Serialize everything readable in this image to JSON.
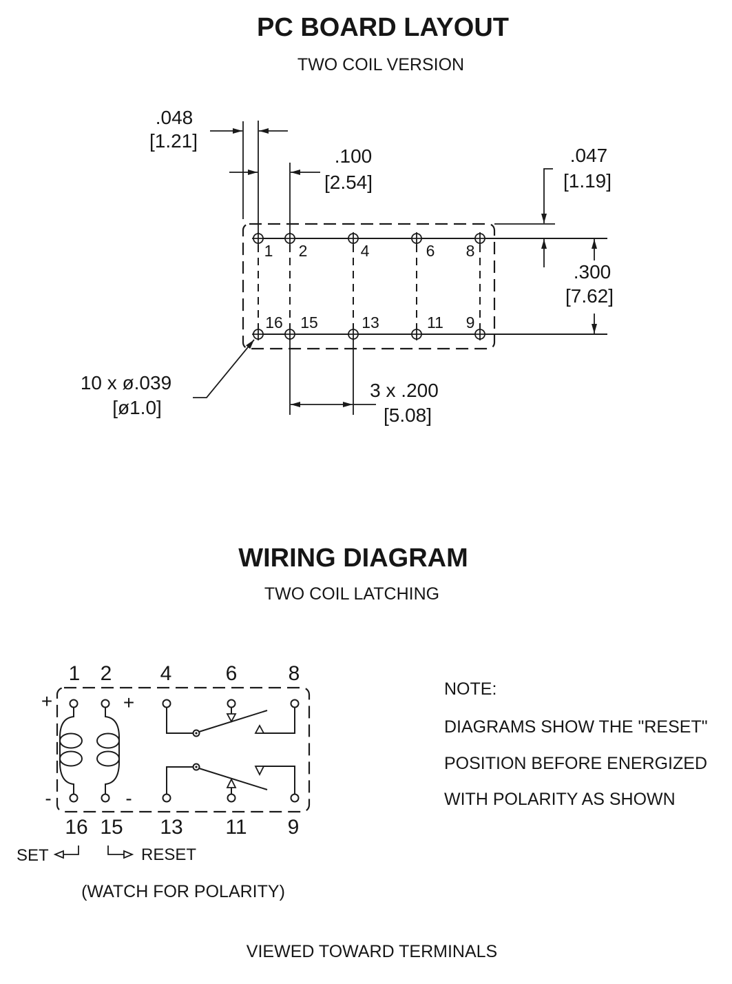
{
  "pcb_layout": {
    "title": "PC BOARD LAYOUT",
    "subtitle": "TWO COIL VERSION",
    "dimensions": {
      "edge_to_hole": {
        "inch": ".048",
        "mm": "[1.21]"
      },
      "pin_pitch": {
        "inch": ".100",
        "mm": "[2.54]"
      },
      "top_edge": {
        "inch": ".047",
        "mm": "[1.19]"
      },
      "row_spacing": {
        "inch": ".300",
        "mm": "[7.62]"
      },
      "column_pitch": {
        "inch": "3 x .200",
        "mm": "[5.08]"
      },
      "hole_diameter": {
        "inch": "10 x ø.039",
        "mm": "[ø1.0]"
      }
    },
    "top_pins": [
      "1",
      "2",
      "4",
      "6",
      "8"
    ],
    "bottom_pins": [
      "16",
      "15",
      "13",
      "11",
      "9"
    ]
  },
  "wiring_diagram": {
    "title": "WIRING DIAGRAM",
    "subtitle": "TWO COIL LATCHING",
    "top_pins": [
      "1",
      "2",
      "4",
      "6",
      "8"
    ],
    "bottom_pins": [
      "16",
      "15",
      "13",
      "11",
      "9"
    ],
    "polarity": {
      "pin_1": "+",
      "pin_2": "+",
      "pin_16": "-",
      "pin_15": "-"
    },
    "set_label": "SET",
    "reset_label": "RESET",
    "polarity_note": "(WATCH FOR POLARITY)"
  },
  "note": {
    "heading": "NOTE:",
    "lines": [
      "DIAGRAMS SHOW THE \"RESET\"",
      "POSITION BEFORE ENERGIZED",
      "WITH POLARITY AS SHOWN"
    ]
  },
  "footer": "VIEWED TOWARD TERMINALS"
}
